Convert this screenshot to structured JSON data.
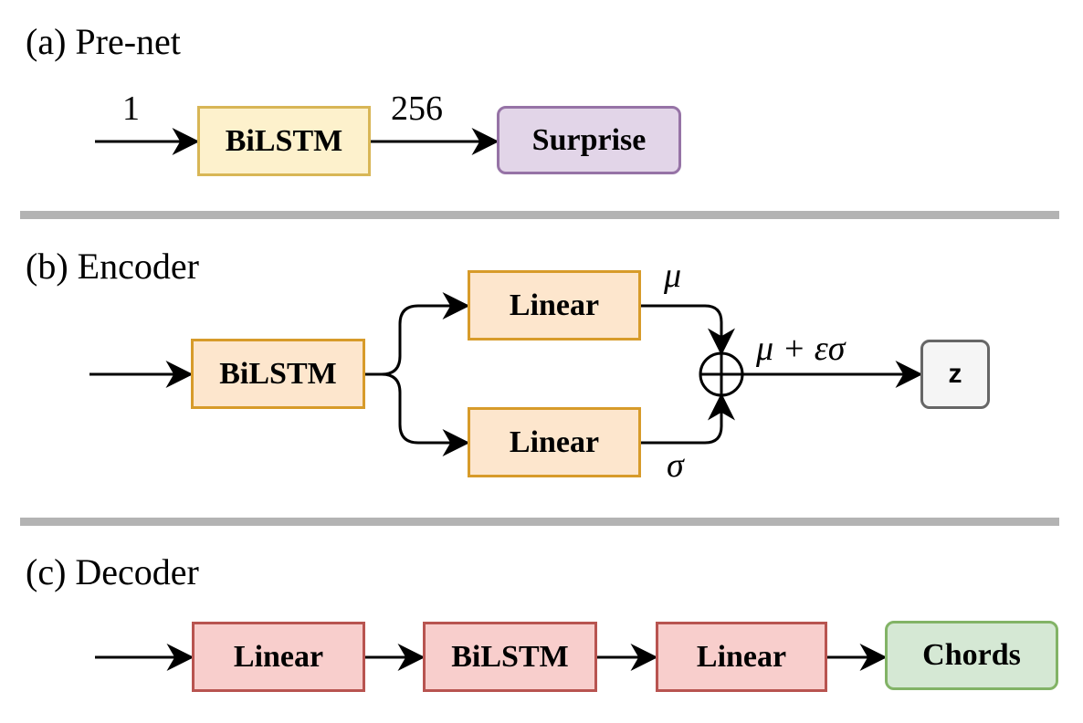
{
  "prenet": {
    "title": "(a) Pre-net",
    "input_dim": "1",
    "hidden_dim": "256",
    "block_bilstm": "BiLSTM",
    "block_output": "Surprise"
  },
  "encoder": {
    "title": "(b) Encoder",
    "block_bilstm": "BiLSTM",
    "block_linear_mu": "Linear",
    "block_linear_sigma": "Linear",
    "mu_label": "μ",
    "sigma_label": "σ",
    "reparam_label": "μ + εσ",
    "output": "z"
  },
  "decoder": {
    "title": "(c) Decoder",
    "block_linear_1": "Linear",
    "block_bilstm": "BiLSTM",
    "block_linear_2": "Linear",
    "block_output": "Chords"
  }
}
